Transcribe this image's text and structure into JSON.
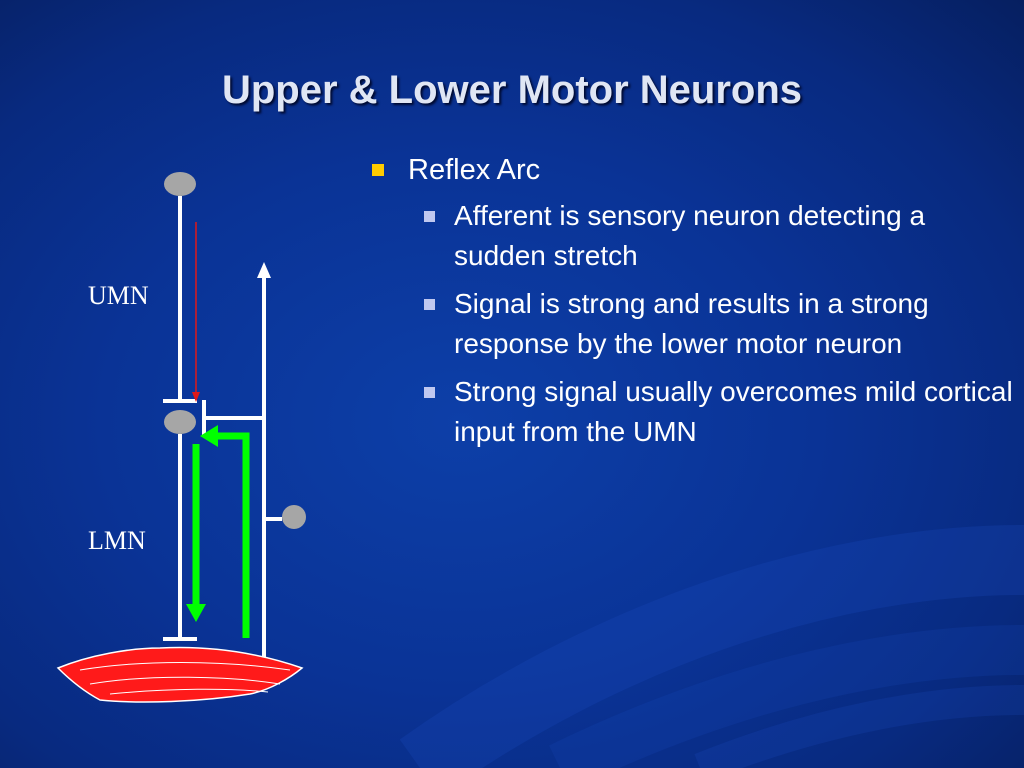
{
  "slide": {
    "title": "Upper & Lower Motor Neurons"
  },
  "diagram": {
    "umn_label": "UMN",
    "lmn_label": "LMN",
    "colors": {
      "neuron_line": "#ffffff",
      "cell_body": "#a6a6a6",
      "signal_arrow": "#00ff00",
      "descending_arrow": "#e01818",
      "muscle": "#ff1a1a"
    }
  },
  "bullets": {
    "l1": [
      {
        "text": "Reflex Arc",
        "children": [
          "Afferent is sensory neuron detecting a sudden stretch",
          "Signal is strong and results in a strong response by the lower motor neuron",
          "Strong signal usually overcomes mild cortical input from the UMN"
        ]
      }
    ],
    "colors": {
      "l1_marker": "#ffcc00",
      "l2_marker": "#c0c8f0"
    }
  }
}
